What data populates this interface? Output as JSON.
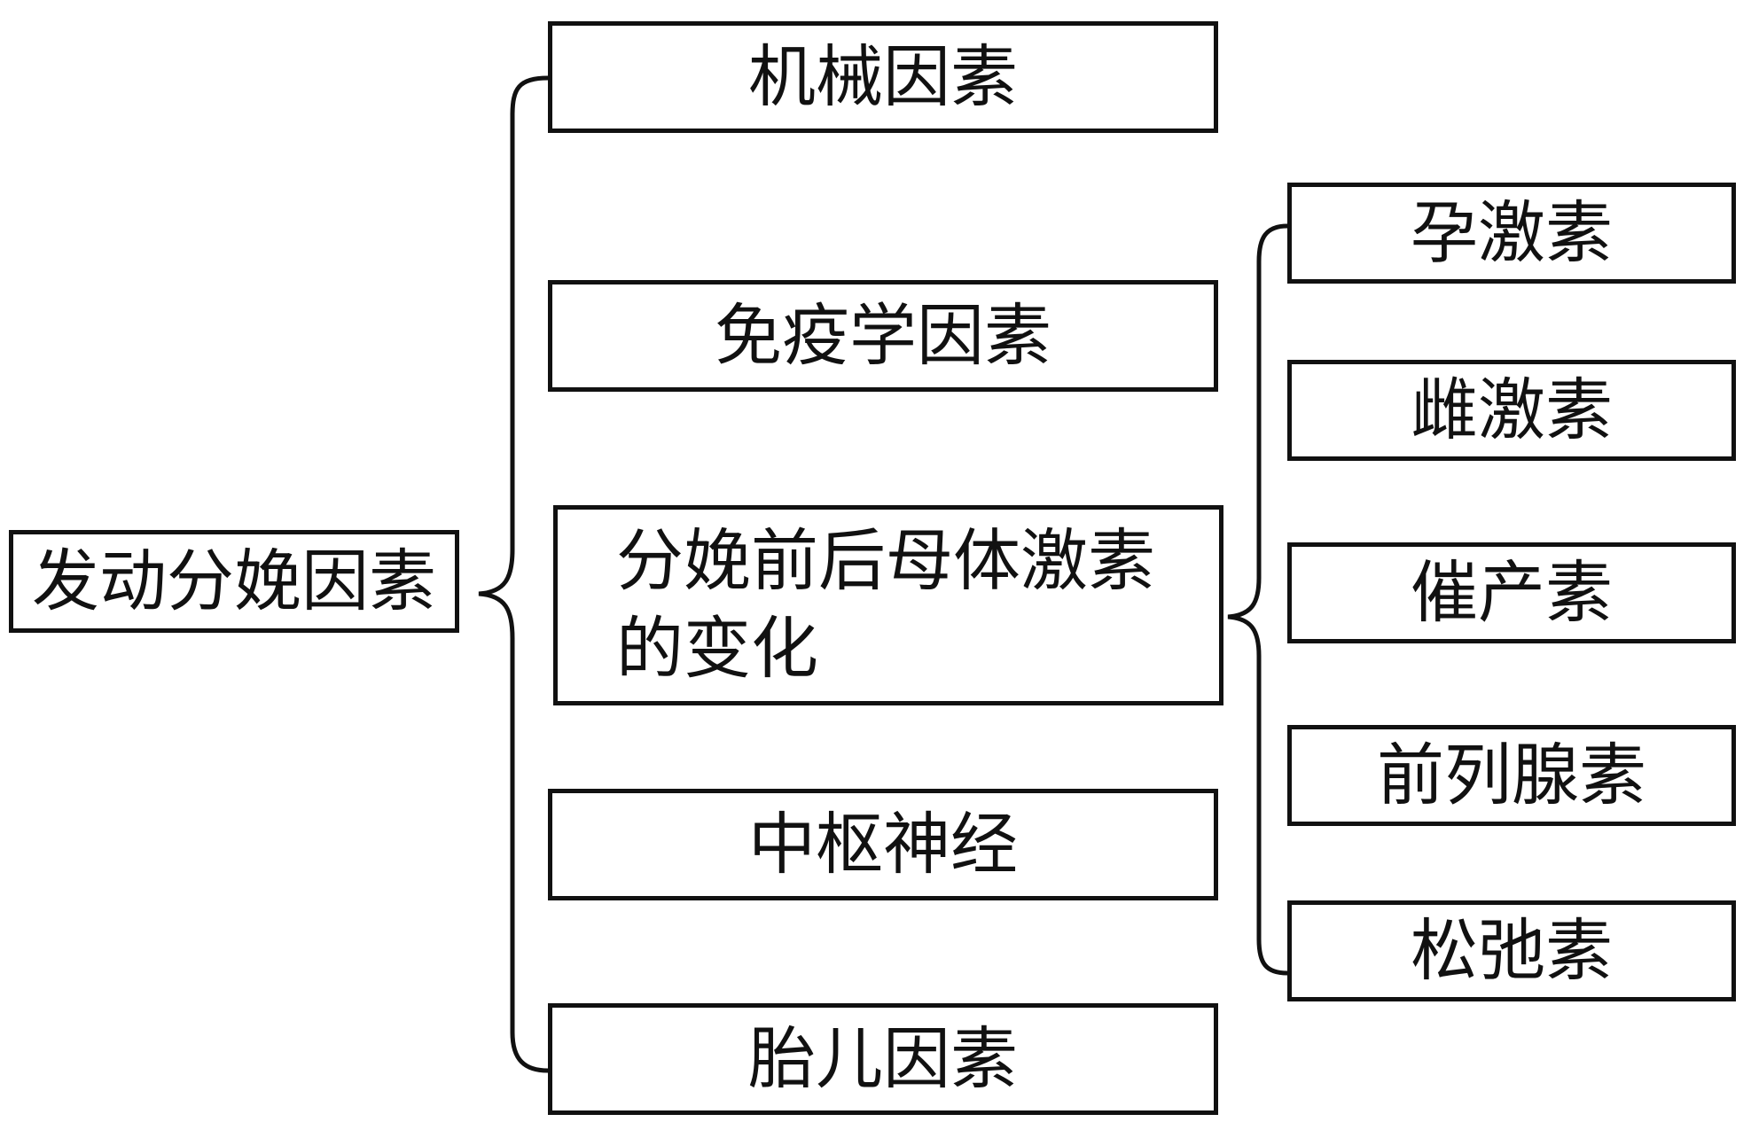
{
  "root": {
    "label": "发动分娩因素"
  },
  "factors": [
    {
      "id": "mechanical",
      "label": "机械因素"
    },
    {
      "id": "immunological",
      "label": "免疫学因素"
    },
    {
      "id": "hormone-changes",
      "label": "分娩前后母体激素的变化"
    },
    {
      "id": "central-nervous",
      "label": "中枢神经"
    },
    {
      "id": "fetal",
      "label": "胎儿因素"
    }
  ],
  "hormones": [
    {
      "id": "progesterone",
      "label": "孕激素"
    },
    {
      "id": "estrogen",
      "label": "雌激素"
    },
    {
      "id": "oxytocin",
      "label": "催产素"
    },
    {
      "id": "prostaglandin",
      "label": "前列腺素"
    },
    {
      "id": "relaxin",
      "label": "松弛素"
    }
  ]
}
